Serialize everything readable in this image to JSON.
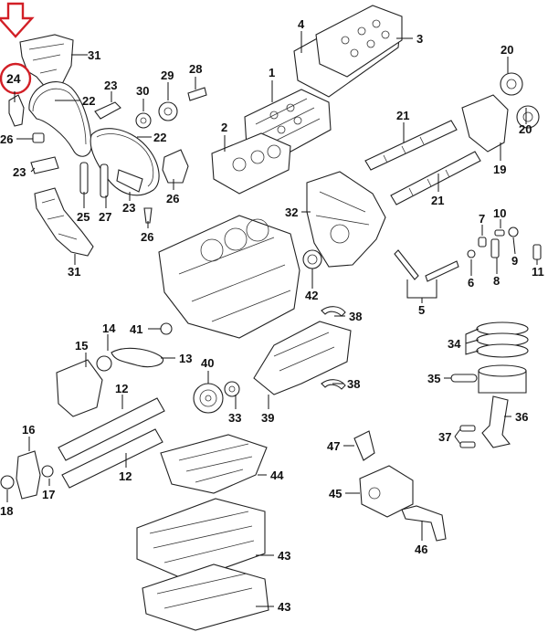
{
  "highlight": {
    "callout": "24",
    "color": "#d21f26"
  },
  "callouts": [
    {
      "id": "31a",
      "label": "31"
    },
    {
      "id": "24",
      "label": "24"
    },
    {
      "id": "22a",
      "label": "22"
    },
    {
      "id": "23a",
      "label": "23"
    },
    {
      "id": "30",
      "label": "30"
    },
    {
      "id": "29",
      "label": "29"
    },
    {
      "id": "28",
      "label": "28"
    },
    {
      "id": "1",
      "label": "1"
    },
    {
      "id": "4",
      "label": "4"
    },
    {
      "id": "3",
      "label": "3"
    },
    {
      "id": "20a",
      "label": "20"
    },
    {
      "id": "20b",
      "label": "20"
    },
    {
      "id": "2",
      "label": "2"
    },
    {
      "id": "26a",
      "label": "26"
    },
    {
      "id": "22b",
      "label": "22"
    },
    {
      "id": "21a",
      "label": "21"
    },
    {
      "id": "19",
      "label": "19"
    },
    {
      "id": "23b",
      "label": "23"
    },
    {
      "id": "26b",
      "label": "26"
    },
    {
      "id": "25",
      "label": "25"
    },
    {
      "id": "27",
      "label": "27"
    },
    {
      "id": "23c",
      "label": "23"
    },
    {
      "id": "26c",
      "label": "26"
    },
    {
      "id": "21b",
      "label": "21"
    },
    {
      "id": "32",
      "label": "32"
    },
    {
      "id": "7",
      "label": "7"
    },
    {
      "id": "10",
      "label": "10"
    },
    {
      "id": "9",
      "label": "9"
    },
    {
      "id": "11",
      "label": "11"
    },
    {
      "id": "6",
      "label": "6"
    },
    {
      "id": "8",
      "label": "8"
    },
    {
      "id": "31b",
      "label": "31"
    },
    {
      "id": "42",
      "label": "42"
    },
    {
      "id": "5",
      "label": "5"
    },
    {
      "id": "38a",
      "label": "38"
    },
    {
      "id": "14",
      "label": "14"
    },
    {
      "id": "41",
      "label": "41"
    },
    {
      "id": "15",
      "label": "15"
    },
    {
      "id": "13",
      "label": "13"
    },
    {
      "id": "34",
      "label": "34"
    },
    {
      "id": "40",
      "label": "40"
    },
    {
      "id": "35",
      "label": "35"
    },
    {
      "id": "38b",
      "label": "38"
    },
    {
      "id": "12a",
      "label": "12"
    },
    {
      "id": "33",
      "label": "33"
    },
    {
      "id": "39",
      "label": "39"
    },
    {
      "id": "36",
      "label": "36"
    },
    {
      "id": "16",
      "label": "16"
    },
    {
      "id": "37",
      "label": "37"
    },
    {
      "id": "47",
      "label": "47"
    },
    {
      "id": "44",
      "label": "44"
    },
    {
      "id": "12b",
      "label": "12"
    },
    {
      "id": "17",
      "label": "17"
    },
    {
      "id": "18",
      "label": "18"
    },
    {
      "id": "45",
      "label": "45"
    },
    {
      "id": "46",
      "label": "46"
    },
    {
      "id": "43a",
      "label": "43"
    },
    {
      "id": "43b",
      "label": "43"
    }
  ]
}
